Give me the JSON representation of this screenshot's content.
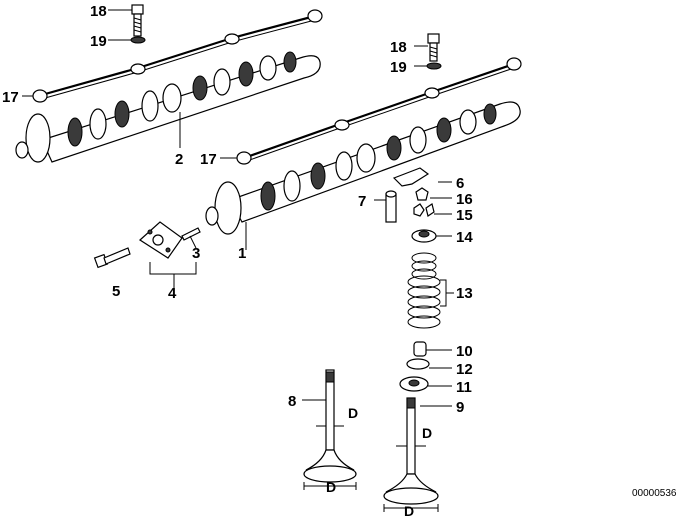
{
  "labels": {
    "p1": "1",
    "p2": "2",
    "p3": "3",
    "p4": "4",
    "p5": "5",
    "p6": "6",
    "p7": "7",
    "p8": "8",
    "p9": "9",
    "p10": "10",
    "p11": "11",
    "p12": "12",
    "p13": "13",
    "p14": "14",
    "p15": "15",
    "p16": "16",
    "p17a": "17",
    "p17b": "17",
    "p18a": "18",
    "p18b": "18",
    "p19a": "19",
    "p19b": "19"
  },
  "dimension_label": "D",
  "reference_number": "00000536"
}
